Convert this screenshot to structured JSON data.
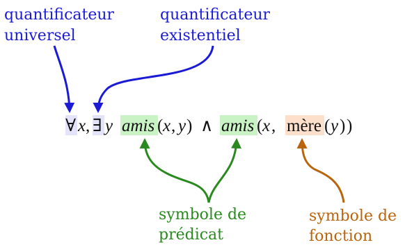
{
  "colors": {
    "quantifier": "#1b1bd6",
    "predicate": "#2a8a1f",
    "function": "#b8650e",
    "quantifier_bg": "#e3e3fa",
    "predicate_bg": "#c9f2c5",
    "function_bg": "#fde0cc",
    "text": "#111111"
  },
  "labels": {
    "universal_line1": "quantificateur",
    "universal_line2": "universel",
    "existential_line1": "quantificateur",
    "existential_line2": "existentiel",
    "predicate_line1": "symbole de",
    "predicate_line2": "prédicat",
    "function_line1": "symbole de",
    "function_line2": "fonction"
  },
  "formula": {
    "forall": "∀",
    "x1": "x",
    "comma1": ",",
    "exists": "∃",
    "y1": "y",
    "pred1": "amis",
    "args1_open": "(",
    "args1_x": "x",
    "args1_comma": ",",
    "args1_y": "y",
    "args1_close": ")",
    "and": "∧",
    "pred2": "amis",
    "args2_open": "(",
    "args2_x": "x",
    "args2_comma": ",",
    "func": "mère",
    "func_open": "(",
    "func_y": "y",
    "func_close": ")",
    "args2_close": ")"
  }
}
